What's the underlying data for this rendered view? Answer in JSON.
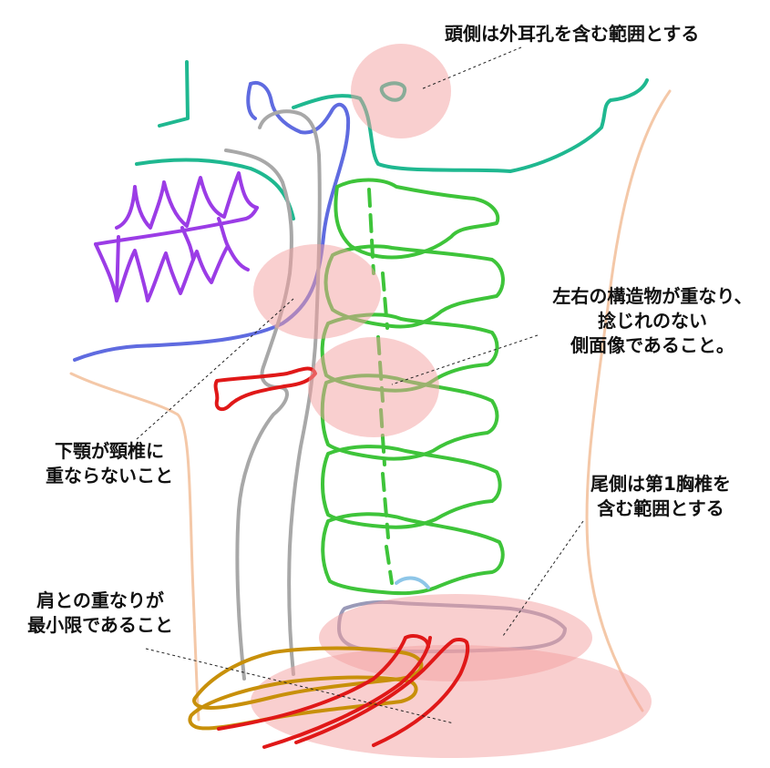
{
  "annotations": {
    "head_side": "頭側は外耳孔を含む範囲とする",
    "structures": {
      "line1": "左右の構造物が重なり、",
      "line2": "捻じれのない",
      "line3": "側面像であること。"
    },
    "mandible": {
      "line1": "下顎が頸椎に",
      "line2": "重ならないこと"
    },
    "tail_side": {
      "line1": "尾側は第1胸椎を",
      "line2": "含む範囲とする"
    },
    "shoulder": {
      "line1": "肩との重なりが",
      "line2": "最小限であること"
    }
  },
  "colors": {
    "skull": "#1fb890",
    "teeth": "#9b3ce6",
    "mandible": "#5f6be0",
    "airway": "#a8a8a8",
    "vertebrae": "#3ec43a",
    "hyoid": "#e01818",
    "skin": "#f4c8a8",
    "clavicle": "#c8900a",
    "ribs": "#e01818",
    "highlight": "#f4a0a0"
  }
}
